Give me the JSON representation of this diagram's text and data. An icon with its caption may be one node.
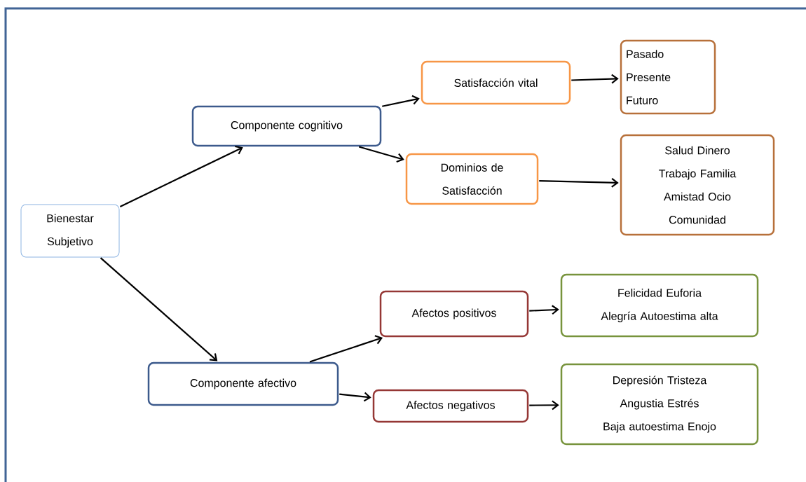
{
  "diagram": {
    "nodes": [
      {
        "text": [
          "Bienestar Subjetivo"
        ]
      },
      {
        "text": [
          "Componente cognitivo"
        ]
      },
      {
        "text": [
          "Componente afectivo"
        ]
      },
      {
        "text": [
          "Satisfacción vital"
        ]
      },
      {
        "text": [
          "Dominios de Satisfacción"
        ]
      },
      {
        "text": [
          "Pasado",
          "Presente",
          "Futuro"
        ]
      },
      {
        "text": [
          "Salud Dinero",
          "Trabajo Familia",
          "Amistad Ocio",
          "Comunidad"
        ]
      },
      {
        "text": [
          "Afectos positivos"
        ]
      },
      {
        "text": [
          "Afectos negativos"
        ]
      },
      {
        "text": [
          "Felicidad Euforia",
          "Alegría Autoestima alta"
        ]
      },
      {
        "text": [
          "Depresión Tristeza",
          "Angustia Estrés",
          "Baja autoestima Enojo"
        ]
      }
    ],
    "edges": [
      {
        "from": 0,
        "to": 1,
        "arrow": "to"
      },
      {
        "from": 0,
        "to": 2,
        "arrow": "to"
      },
      {
        "from": 1,
        "to": 3,
        "arrow": "to"
      },
      {
        "from": 1,
        "to": 4,
        "arrow": "to"
      },
      {
        "from": 3,
        "to": 5,
        "arrow": "to"
      },
      {
        "from": 4,
        "to": 6,
        "arrow": "to"
      },
      {
        "from": 2,
        "to": 7,
        "arrow": "to"
      },
      {
        "from": 2,
        "to": 8,
        "arrow": "to"
      },
      {
        "from": 7,
        "to": 9,
        "arrow": "to"
      },
      {
        "from": 8,
        "to": 10,
        "arrow": "to"
      }
    ]
  }
}
